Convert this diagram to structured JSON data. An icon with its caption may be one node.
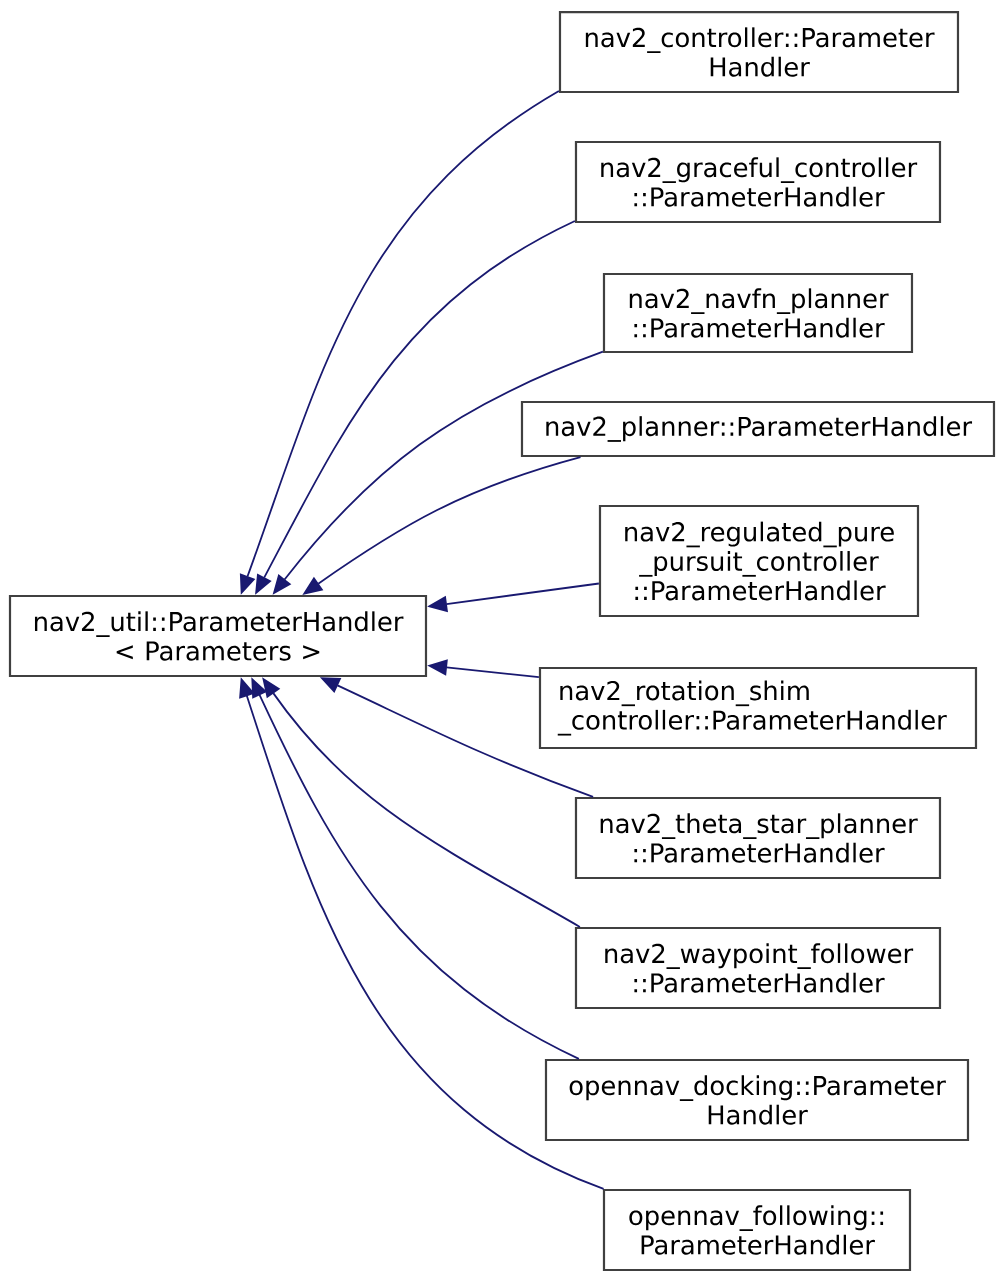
{
  "diagram": {
    "nodes": [
      {
        "text": [
          "nav2_util::ParameterHandler < Parameters >"
        ]
      },
      {
        "text": [
          "nav2_controller::Parameter Handler"
        ]
      },
      {
        "text": [
          "nav2_graceful_controller ::ParameterHandler"
        ]
      },
      {
        "text": [
          "nav2_navfn_planner ::ParameterHandler"
        ]
      },
      {
        "text": [
          "nav2_planner::ParameterHandler"
        ]
      },
      {
        "text": [
          "nav2_regulated_pure _pursuit_controller ::ParameterHandler"
        ]
      },
      {
        "text": [
          "nav2_rotation_shim _controller::ParameterHandler"
        ]
      },
      {
        "text": [
          "nav2_theta_star_planner ::ParameterHandler"
        ]
      },
      {
        "text": [
          "nav2_waypoint_follower ::ParameterHandler"
        ]
      },
      {
        "text": [
          "opennav_docking::Parameter Handler"
        ]
      },
      {
        "text": [
          "opennav_following:: ParameterHandler"
        ]
      }
    ],
    "edges": [
      {
        "from": 1,
        "to": 0,
        "arrow": "to"
      },
      {
        "from": 2,
        "to": 0,
        "arrow": "to"
      },
      {
        "from": 3,
        "to": 0,
        "arrow": "to"
      },
      {
        "from": 4,
        "to": 0,
        "arrow": "to"
      },
      {
        "from": 5,
        "to": 0,
        "arrow": "to"
      },
      {
        "from": 6,
        "to": 0,
        "arrow": "to"
      },
      {
        "from": 7,
        "to": 0,
        "arrow": "to"
      },
      {
        "from": 8,
        "to": 0,
        "arrow": "to"
      },
      {
        "from": 9,
        "to": 0,
        "arrow": "to"
      },
      {
        "from": 10,
        "to": 0,
        "arrow": "to"
      }
    ]
  }
}
